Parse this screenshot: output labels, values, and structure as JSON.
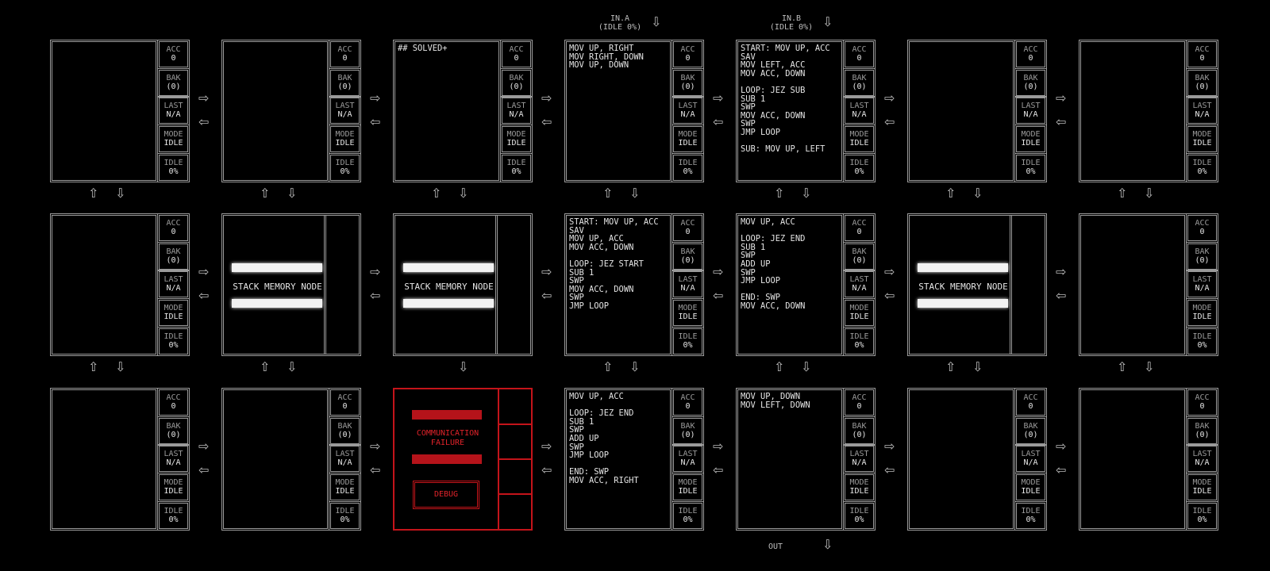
{
  "stat_labels": {
    "acc": "ACC",
    "bak": "BAK",
    "last": "LAST",
    "mode": "MODE",
    "idle": "IDLE"
  },
  "stat_values": {
    "acc": "0",
    "bak": "(0)",
    "last": "N/A",
    "mode": "IDLE",
    "idle": "0%"
  },
  "code": {
    "r0c2": "## SOLVED+",
    "r0c3": "MOV UP, RIGHT\nMOV RIGHT, DOWN\nMOV UP, DOWN",
    "r0c4": "START: MOV UP, ACC\nSAV\nMOV LEFT, ACC\nMOV ACC, DOWN\n\nLOOP: JEZ SUB\nSUB 1\nSWP\nMOV ACC, DOWN\nSWP\nJMP LOOP\n\nSUB: MOV UP, LEFT",
    "r1c3": "START: MOV UP, ACC\nSAV\nMOV UP, ACC\nMOV ACC, DOWN\n\nLOOP: JEZ START\nSUB 1\nSWP\nMOV ACC, DOWN\nSWP\nJMP LOOP",
    "r1c4": "MOV UP, ACC\n\nLOOP: JEZ END\nSUB 1\nSWP\nADD UP\nSWP\nJMP LOOP\n\nEND: SWP\nMOV ACC, DOWN",
    "r2c3": "MOV UP, ACC\n\nLOOP: JEZ END\nSUB 1\nSWP\nADD UP\nSWP\nJMP LOOP\n\nEND: SWP\nMOV ACC, RIGHT",
    "r2c4": "MOV UP, DOWN\nMOV LEFT, DOWN"
  },
  "stack_label": "STACK MEMORY NODE",
  "failure": {
    "message": "COMMUNICATION\nFAILURE",
    "debug_label": "DEBUG"
  },
  "inputs": {
    "a_name": "IN.A",
    "a_status": "(IDLE 0%)",
    "b_name": "IN.B",
    "b_status": "(IDLE 0%)"
  },
  "output": {
    "name": "OUT"
  },
  "arrows": {
    "right": "⇨",
    "left": "⇦",
    "up": "⇧",
    "down": "⇩"
  },
  "colors": {
    "background": "#000000",
    "frame": "#9a9a9a",
    "failure": "#c4141a",
    "text": "#e6e6e6"
  }
}
